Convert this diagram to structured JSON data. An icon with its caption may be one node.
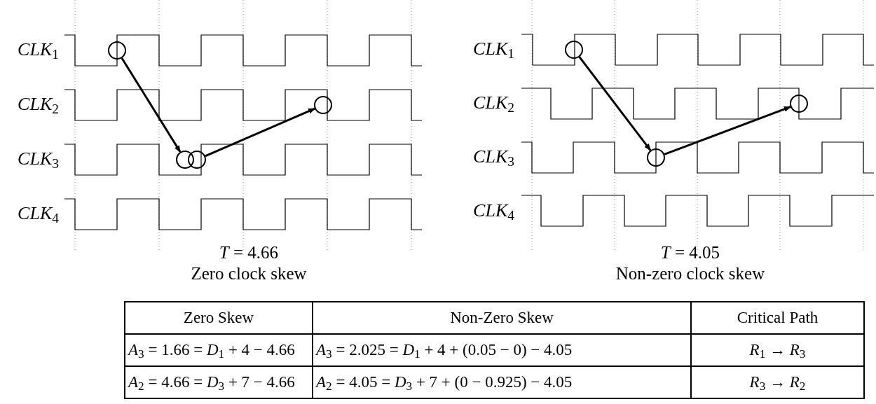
{
  "diagram": {
    "nodes": [
      {
        "text": [],
        "shape": "circle"
      },
      {
        "text": [],
        "shape": "circle"
      },
      {
        "text": [],
        "shape": "circle"
      },
      {
        "text": [],
        "shape": "circle"
      },
      {
        "text": [],
        "shape": "circle"
      },
      {
        "text": [],
        "shape": "circle"
      },
      {
        "text": [],
        "shape": "circle"
      }
    ],
    "edges": [
      {
        "from": 0,
        "to": 1,
        "arrow": "to"
      },
      {
        "from": 2,
        "to": 3,
        "arrow": "to"
      },
      {
        "from": 4,
        "to": 5,
        "arrow": "to"
      },
      {
        "from": 5,
        "to": 6,
        "arrow": "to"
      }
    ],
    "labels": [
      "*CLK*$_{1}$",
      "*CLK*$_{2}$",
      "*CLK*$_{3}$",
      "*CLK*$_{4}$",
      "*CLK*$_{1}$",
      "*CLK*$_{2}$",
      "*CLK*$_{3}$",
      "*CLK*$_{4}$",
      "*T* = 4.66",
      "Zero clock skew",
      "*T* = 4.05",
      "Non-zero clock skew",
      "Zero Skew",
      "Non-Zero Skew",
      "Critical Path",
      "*A*$_{3}$ = 1.66 = *D*$_{1}$ + 4 − 4.66",
      "*A*$_{3}$ = 2.025 = *D*$_{1}$ + 4 + (0.05 − 0) − 4.05",
      "*R*$_{1}$ → *R*$_{3}$",
      "*A*$_{2}$ = 4.66 = *D*$_{3}$ + 7 − 4.66",
      "*A*$_{2}$ = 4.05 = *D*$_{3}$ + 7 + (0 − 0.925) − 4.05",
      "*R*$_{3}$ → *R*$_{2}$"
    ]
  }
}
